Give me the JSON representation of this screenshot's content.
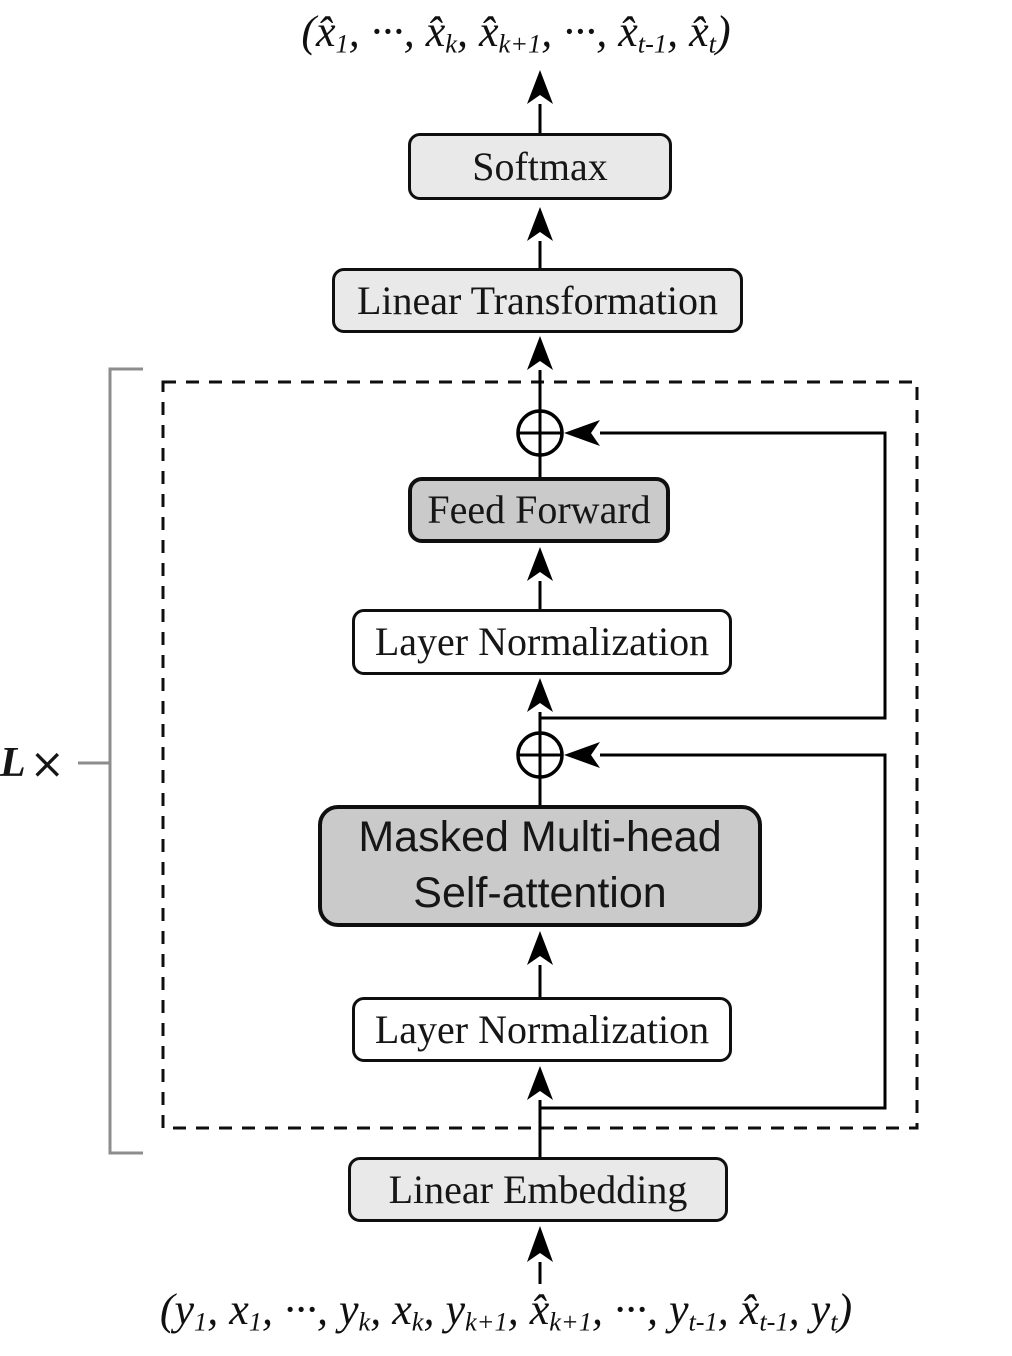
{
  "diagram": {
    "output_formula": "(x̂_{1}, ···, x̂_{k}, x̂_{k+1}, ···, x̂_{t-1}, x̂_{t})",
    "input_formula": "(y_{1}, x_{1}, ···, y_{k}, x_{k}, y_{k+1}, x̂_{k+1}, ···, y_{t-1}, x̂_{t-1}, y_{t})",
    "loop_label": {
      "variable": "L",
      "operator": "×"
    },
    "nodes": {
      "softmax": {
        "label": "Softmax"
      },
      "linear_transformation": {
        "label": "Linear Transformation"
      },
      "feed_forward": {
        "label": "Feed Forward"
      },
      "layer_norm_upper": {
        "label": "Layer Normalization"
      },
      "masked_attention": {
        "label_line1": "Masked Multi-head",
        "label_line2": "Self-attention"
      },
      "layer_norm_lower": {
        "label": "Layer Normalization"
      },
      "linear_embedding": {
        "label": "Linear Embedding"
      }
    },
    "icons": {
      "residual_add": "⊕"
    },
    "colors": {
      "box_light": "#e9e9e9",
      "box_dark": "#cacaca",
      "box_white": "#ffffff",
      "line": "#000000",
      "bracket": "#8d8d8d"
    }
  }
}
